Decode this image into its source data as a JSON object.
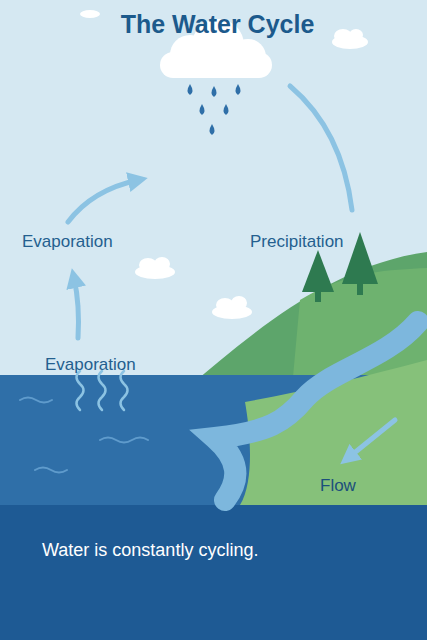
{
  "diagram": {
    "title": "The Water Cycle",
    "caption": "Water is constantly cycling.",
    "labels": [
      "Evaporation",
      "Evaporation",
      "Precipitation",
      "Flow"
    ]
  }
}
